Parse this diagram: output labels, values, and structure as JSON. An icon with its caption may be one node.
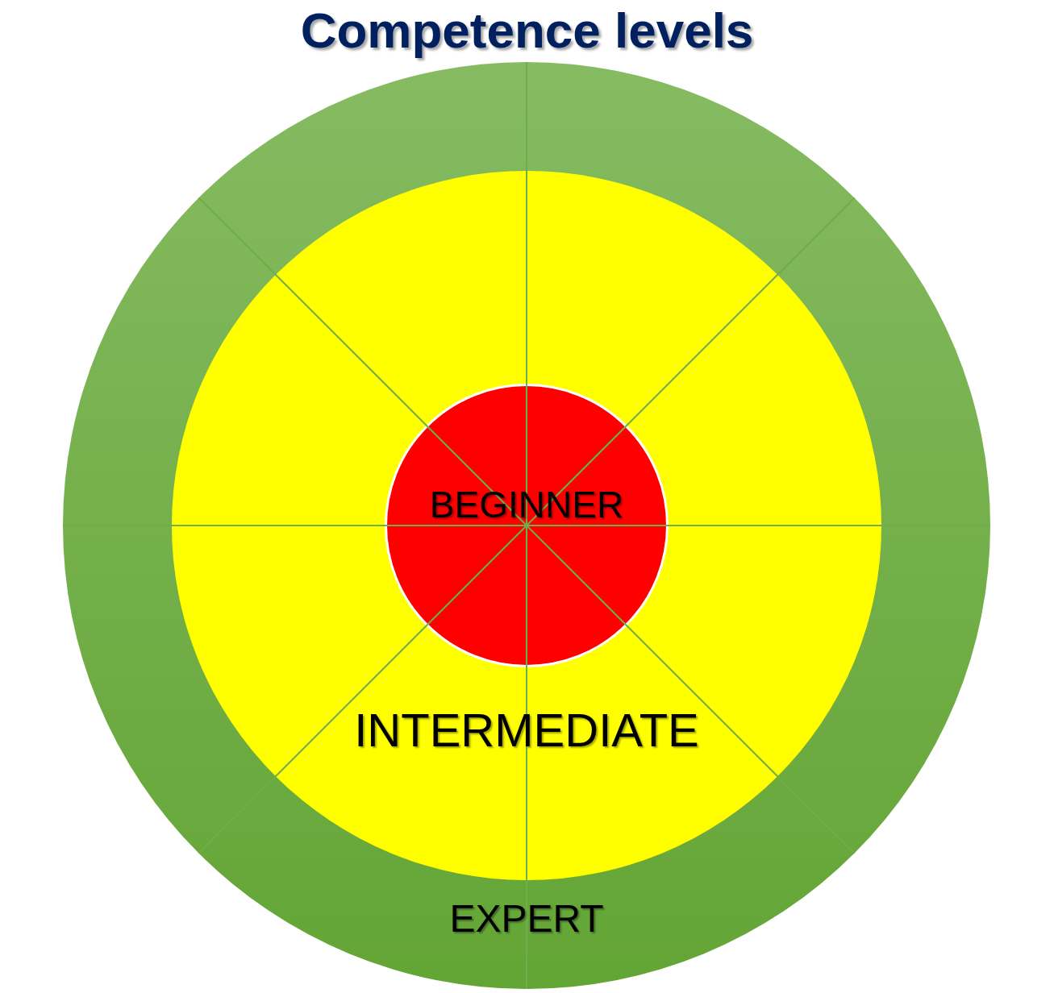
{
  "diagram": {
    "title": "Competence levels",
    "nodes": [
      {
        "text": [
          "EXPERT"
        ]
      },
      {
        "text": [
          "INTERMEDIATE"
        ],
        "in": 0
      },
      {
        "text": [
          "BEGINNER"
        ],
        "in": 1
      }
    ],
    "edges": []
  }
}
